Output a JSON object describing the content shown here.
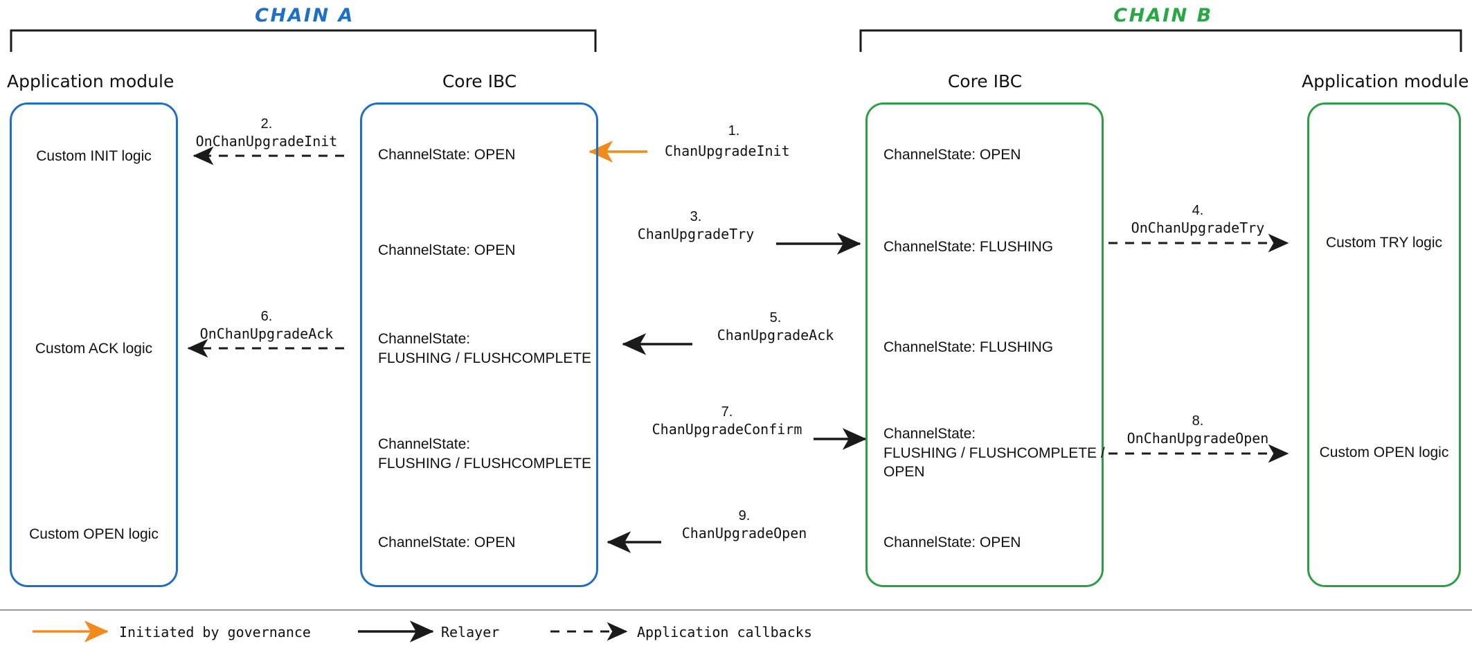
{
  "diagram": {
    "title_a": "CHAIN A",
    "title_b": "CHAIN B",
    "colors": {
      "chain_a": "#1f6fc4",
      "chain_b": "#28a745",
      "governance_arrow": "#f08a1d",
      "relayer_arrow": "#1a1a1a",
      "callback_arrow": "#1a1a1a"
    }
  },
  "columns": {
    "a_app": "Application module",
    "a_core": "Core IBC",
    "b_core": "Core IBC",
    "b_app": "Application module"
  },
  "chain_a": {
    "app_module": {
      "entries": [
        "Custom INIT logic",
        "Custom ACK logic",
        "Custom OPEN logic"
      ]
    },
    "core_ibc": {
      "states": [
        "ChannelState: OPEN",
        "ChannelState: OPEN",
        "ChannelState:\nFLUSHING / FLUSHCOMPLETE",
        "ChannelState:\nFLUSHING / FLUSHCOMPLETE",
        "ChannelState: OPEN"
      ]
    }
  },
  "chain_b": {
    "core_ibc": {
      "states": [
        "ChannelState: OPEN",
        "ChannelState: FLUSHING",
        "ChannelState: FLUSHING",
        "ChannelState:\nFLUSHING / FLUSHCOMPLETE /\nOPEN",
        "ChannelState: OPEN"
      ]
    },
    "app_module": {
      "entries": [
        "Custom TRY logic",
        "Custom OPEN logic"
      ]
    }
  },
  "steps": [
    {
      "num": "1.",
      "name": "ChanUpgradeInit",
      "kind": "governance",
      "direction": "left"
    },
    {
      "num": "2.",
      "name": "OnChanUpgradeInit",
      "kind": "callback",
      "direction": "left"
    },
    {
      "num": "3.",
      "name": "ChanUpgradeTry",
      "kind": "relayer",
      "direction": "right"
    },
    {
      "num": "4.",
      "name": "OnChanUpgradeTry",
      "kind": "callback",
      "direction": "right"
    },
    {
      "num": "5.",
      "name": "ChanUpgradeAck",
      "kind": "relayer",
      "direction": "left"
    },
    {
      "num": "6.",
      "name": "OnChanUpgradeAck",
      "kind": "callback",
      "direction": "left"
    },
    {
      "num": "7.",
      "name": "ChanUpgradeConfirm",
      "kind": "relayer",
      "direction": "right"
    },
    {
      "num": "8.",
      "name": "OnChanUpgradeOpen",
      "kind": "callback",
      "direction": "right"
    },
    {
      "num": "9.",
      "name": "ChanUpgradeOpen",
      "kind": "relayer",
      "direction": "left"
    }
  ],
  "legend": {
    "governance": "Initiated by governance",
    "relayer": "Relayer",
    "callbacks": "Application callbacks"
  }
}
